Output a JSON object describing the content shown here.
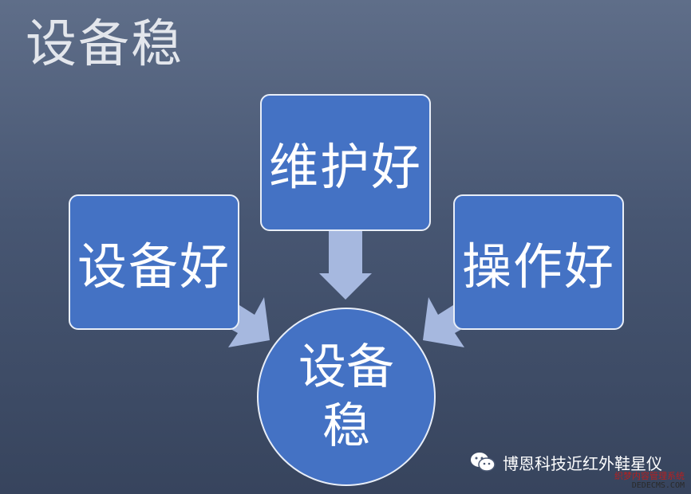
{
  "title": "设备稳",
  "nodes": {
    "left": "设备好",
    "top": "维护好",
    "right": "操作好",
    "center": "设备稳"
  },
  "watermark": {
    "text": "博恩科技近红外鞋星仪",
    "icon": "wechat-icon"
  },
  "credit": {
    "cn": "织梦内容管理系统",
    "en": "DEDECMS.COM"
  },
  "colors": {
    "box": "#4472c4",
    "arrow": "#a6b8df",
    "background_top": "#5f6e89",
    "background_bottom": "#37445d"
  }
}
